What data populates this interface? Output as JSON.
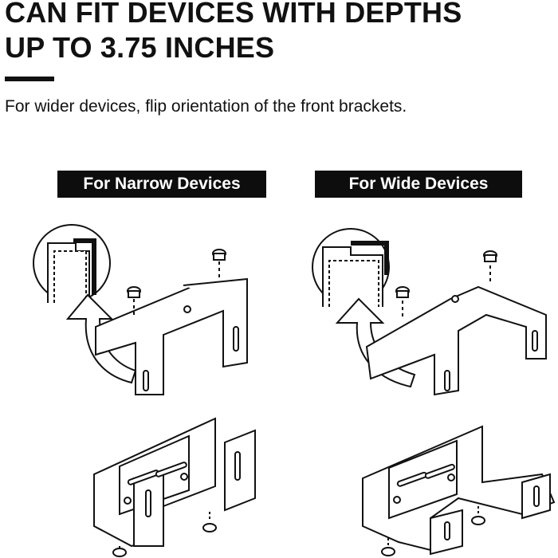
{
  "header": {
    "title_line1": "CAN FIT DEVICES WITH DEPTHS",
    "title_line2": "UP TO 3.75 INCHES",
    "subtitle": "For wider devices, flip orientation of the front brackets."
  },
  "sections": [
    {
      "label": "For Narrow Devices"
    },
    {
      "label": "For Wide Devices"
    }
  ],
  "colors": {
    "ink": "#111111",
    "label_bg": "#0d0d0d",
    "label_text": "#ffffff",
    "background": "#ffffff"
  }
}
